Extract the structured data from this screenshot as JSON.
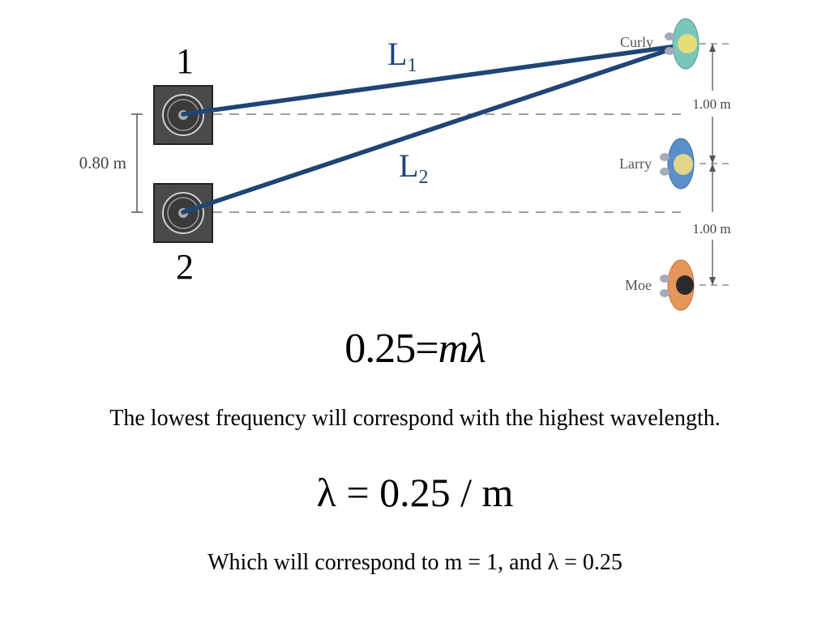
{
  "diagram": {
    "speaker_1_number": "1",
    "speaker_2_number": "2",
    "path_1_label": "L",
    "path_1_subscript": "1",
    "path_2_label": "L",
    "path_2_subscript": "2",
    "speaker_separation": "0.80 m",
    "spacing_curly_larry": "1.00 m",
    "spacing_larry_moe": "1.00 m",
    "listeners": [
      "Curly",
      "Larry",
      "Moe"
    ],
    "colors": {
      "path_line": "#1f4576",
      "speaker_box": "#4a4a4a",
      "curly": "#7ac6bd",
      "larry": "#5b8fc7",
      "moe": "#e8955a"
    }
  },
  "equation": {
    "constant": "0.25",
    "equals": "=",
    "m": "m",
    "lambda": "λ"
  },
  "text": {
    "line1": "The lowest frequency will correspond with the highest wavelength.",
    "line2": "λ = 0.25 / m",
    "line3": "Which will correspond to m = 1, and λ = 0.25"
  }
}
